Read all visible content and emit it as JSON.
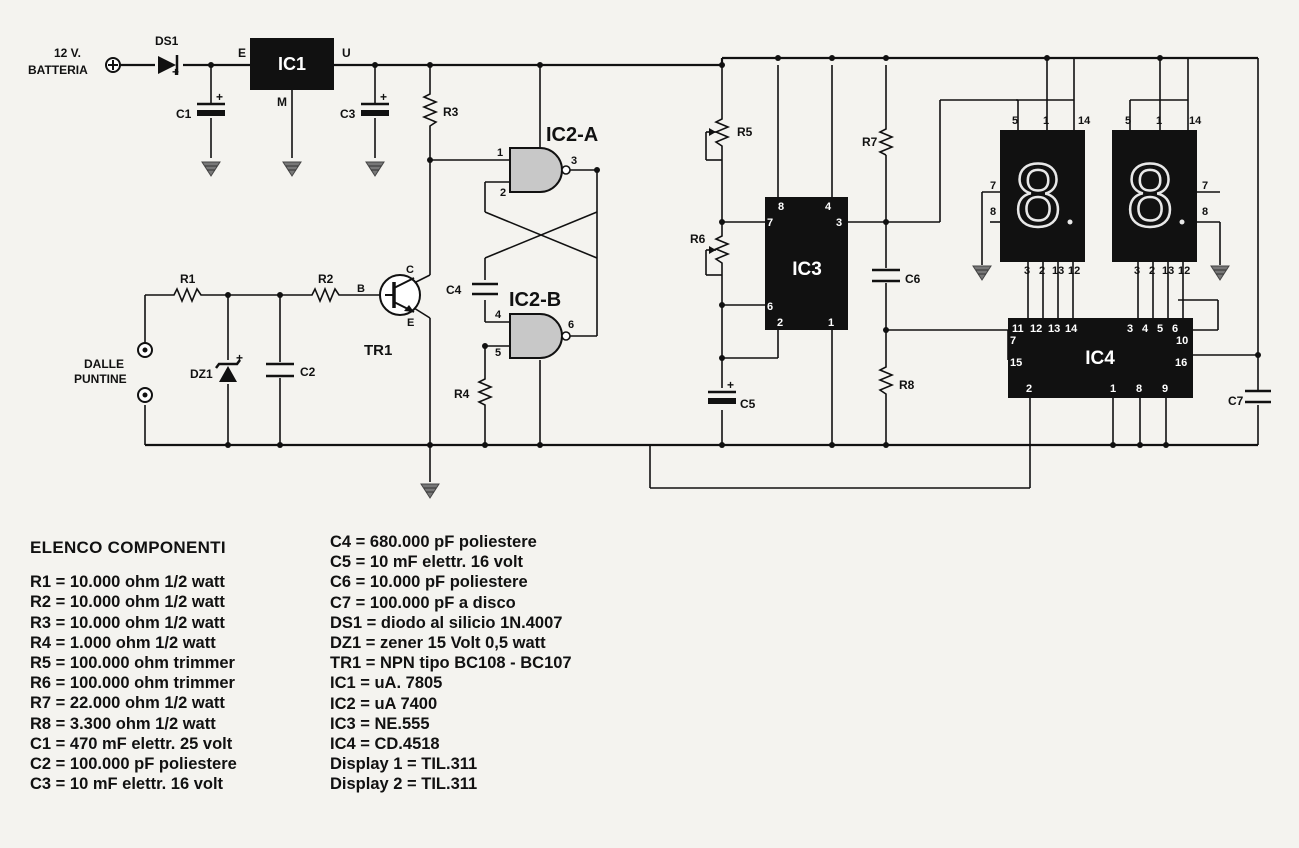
{
  "inputs": {
    "battery_voltage": "12 V.",
    "battery_word": "BATTERIA",
    "points_line1": "DALLE",
    "points_line2": "PUNTINE"
  },
  "components": {
    "DS1": "DS1",
    "IC1": "IC1",
    "IC1_E": "E",
    "IC1_U": "U",
    "IC1_M": "M",
    "C1": "C1",
    "C3": "C3",
    "R3": "R3",
    "IC2A": "IC2-A",
    "IC2B": "IC2-B",
    "R1": "R1",
    "R2": "R2",
    "DZ1": "DZ1",
    "C2": "C2",
    "TR1": "TR1",
    "TR1_B": "B",
    "TR1_C": "C",
    "TR1_E": "E",
    "C4": "C4",
    "R4": "R4",
    "R5": "R5",
    "R6": "R6",
    "C5": "C5",
    "IC3": "IC3",
    "R7": "R7",
    "R8": "R8",
    "C6": "C6",
    "IC4": "IC4",
    "C7": "C7"
  },
  "pins": {
    "ic2a_1": "1",
    "ic2a_2": "2",
    "ic2a_3": "3",
    "ic2b_4": "4",
    "ic2b_5": "5",
    "ic2b_6": "6",
    "ic3_8": "8",
    "ic3_4": "4",
    "ic3_7": "7",
    "ic3_3": "3",
    "ic3_6": "6",
    "ic3_2": "2",
    "ic3_1": "1",
    "d1_5": "5",
    "d1_1": "1",
    "d1_14": "14",
    "d1_7": "7",
    "d1_8": "8",
    "d1_3": "3",
    "d1_2": "2",
    "d1_13": "13",
    "d1_12": "12",
    "d2_5": "5",
    "d2_1": "1",
    "d2_14": "14",
    "d2_7": "7",
    "d2_8": "8",
    "d2_3": "3",
    "d2_2": "2",
    "d2_13": "13",
    "d2_12": "12",
    "ic4_11": "11",
    "ic4_12": "12",
    "ic4_13": "13",
    "ic4_14": "14",
    "ic4_3": "3",
    "ic4_4": "4",
    "ic4_5": "5",
    "ic4_6": "6",
    "ic4_7": "7",
    "ic4_15": "15",
    "ic4_10": "10",
    "ic4_16": "16",
    "ic4_2": "2",
    "ic4_1": "1",
    "ic4_8": "8",
    "ic4_9": "9"
  },
  "display_digit": "8",
  "bom": {
    "title": "ELENCO COMPONENTI",
    "left": [
      "R1 = 10.000 ohm 1/2 watt",
      "R2 = 10.000 ohm 1/2 watt",
      "R3 = 10.000 ohm 1/2 watt",
      "R4 = 1.000 ohm 1/2 watt",
      "R5 = 100.000 ohm trimmer",
      "R6 = 100.000 ohm trimmer",
      "R7 = 22.000 ohm 1/2 watt",
      "R8 = 3.300 ohm 1/2 watt",
      "C1 = 470 mF elettr. 25 volt",
      "C2 = 100.000 pF poliestere",
      "C3 = 10 mF elettr. 16 volt"
    ],
    "right": [
      "C4 = 680.000 pF poliestere",
      "C5 = 10 mF elettr. 16 volt",
      "C6 = 10.000 pF poliestere",
      "C7 = 100.000 pF a disco",
      "DS1 = diodo al silicio 1N.4007",
      "DZ1 = zener 15 Volt 0,5 watt",
      "TR1 = NPN tipo BC108 - BC107",
      "IC1 = uA. 7805",
      "IC2 = uA 7400",
      "IC3 = NE.555",
      "IC4 = CD.4518",
      "Display 1 = TIL.311",
      "Display 2 = TIL.311"
    ]
  }
}
